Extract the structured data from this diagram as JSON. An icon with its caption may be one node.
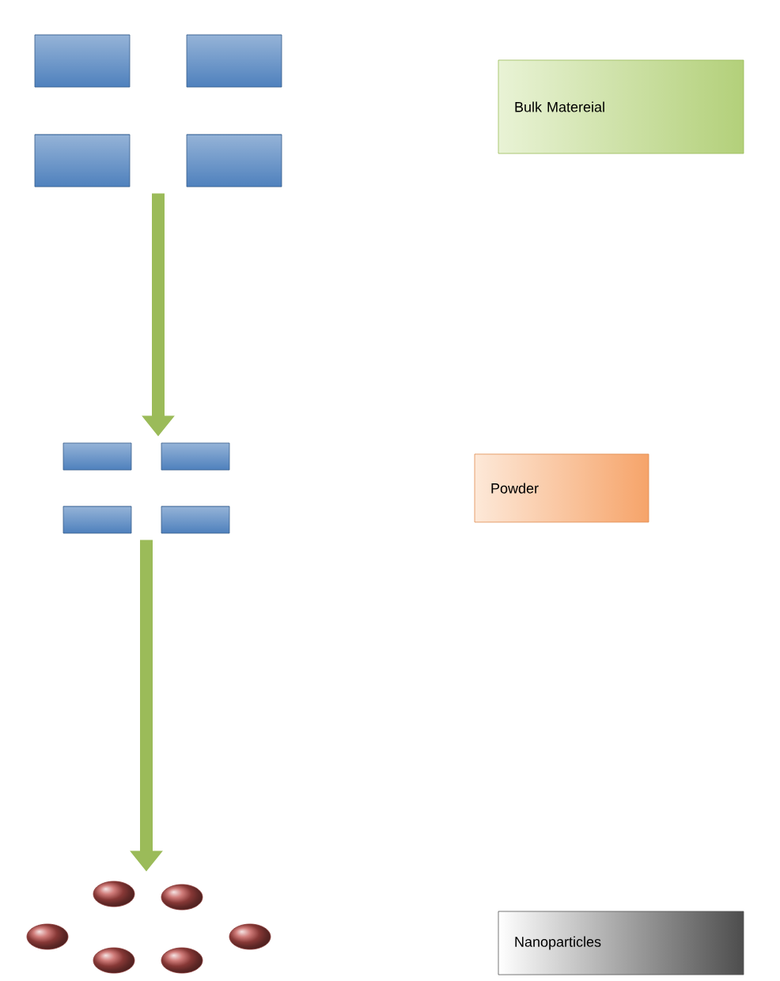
{
  "diagram": {
    "nodes": [
      {
        "text": [],
        "shape": "picture"
      },
      {
        "text": [
          "Bulk Matereial"
        ]
      },
      {
        "text": [],
        "shape": "picture"
      },
      {
        "text": [
          "Powder"
        ]
      },
      {
        "text": [],
        "shape": "picture"
      },
      {
        "text": [
          "Nanoparticles"
        ]
      }
    ],
    "edges": [
      {
        "from": 0,
        "to": 2,
        "arrow": "to"
      },
      {
        "from": 2,
        "to": 4,
        "arrow": "to"
      }
    ]
  }
}
